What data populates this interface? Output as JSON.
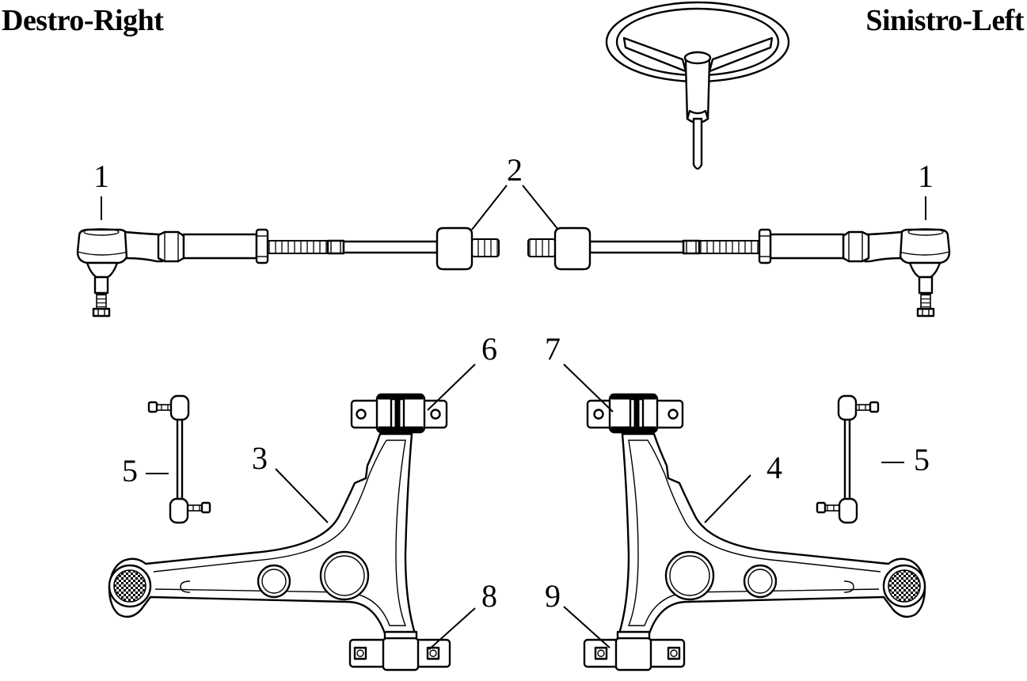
{
  "header": {
    "right_label": "Destro-Right",
    "left_label": "Sinistro-Left"
  },
  "callouts": {
    "tie_rod_end_right": "1",
    "tie_rod_end_left": "1",
    "inner_tie_rod": "2",
    "control_arm_right": "3",
    "control_arm_left": "4",
    "stabilizer_link_right": "5",
    "stabilizer_link_left": "5",
    "front_bushing_right": "6",
    "front_bushing_left": "7",
    "rear_bushing_right": "8",
    "rear_bushing_left": "9"
  },
  "icons": [
    "steering-wheel-icon"
  ],
  "colors": {
    "line": "#000000",
    "background": "#ffffff"
  }
}
